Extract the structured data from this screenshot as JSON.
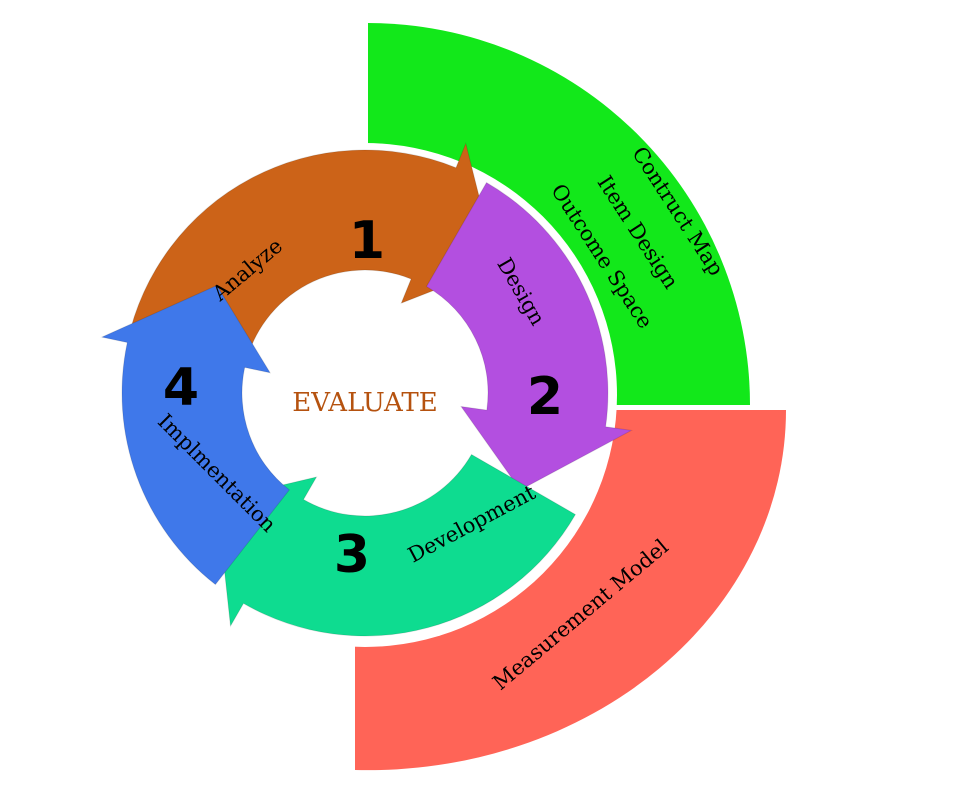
{
  "center_label": "EVALUATE",
  "colors": {
    "analyze": "#cc6318",
    "design": "#b34fe0",
    "development": "#0edc90",
    "implementation": "#3f78ea",
    "outer_top": "#12e81a",
    "outer_bottom": "#ff6457",
    "center_text": "#b5520f"
  },
  "steps": [
    {
      "number": "1",
      "label": "Analyze"
    },
    {
      "number": "2",
      "label": "Design"
    },
    {
      "number": "3",
      "label": "Development"
    },
    {
      "number": "4",
      "label": "Implmentation"
    }
  ],
  "outer_sections": {
    "top": {
      "lines": [
        "Contruct Map",
        "Item Design",
        "Outcome Space"
      ]
    },
    "bottom": {
      "label": "Measurement Model"
    }
  }
}
